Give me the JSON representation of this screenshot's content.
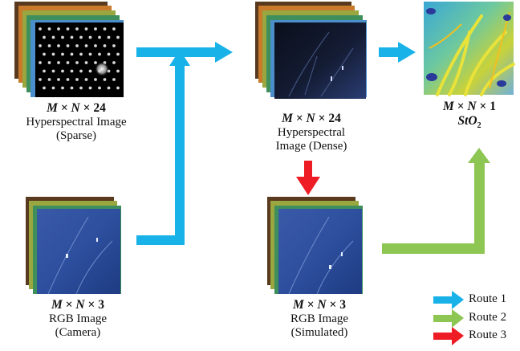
{
  "hsi_sparse": {
    "dims": {
      "m": "M",
      "n": "N",
      "times": "×",
      "bands": "24"
    },
    "line1": "Hyperspectral Image",
    "line2": "(Sparse)"
  },
  "hsi_dense": {
    "dims": {
      "m": "M",
      "n": "N",
      "times": "×",
      "bands": "24"
    },
    "line1": "Hyperspectral",
    "line2": "Image (Dense)"
  },
  "sto2": {
    "dims": {
      "m": "M",
      "n": "N",
      "times": "×",
      "bands": "1"
    },
    "name_base": "StO",
    "name_sub": "2"
  },
  "rgb_camera": {
    "dims": {
      "m": "M",
      "n": "N",
      "times": "×",
      "bands": "3"
    },
    "line1": "RGB Image",
    "line2": "(Camera)"
  },
  "rgb_simulated": {
    "dims": {
      "m": "M",
      "n": "N",
      "times": "×",
      "bands": "3"
    },
    "line1": "RGB Image",
    "line2": "(Simulated)"
  },
  "legend": [
    {
      "label": "Route 1",
      "color": "#19b2e8",
      "icon": "arrow-right-icon"
    },
    {
      "label": "Route 2",
      "color": "#8dc653",
      "icon": "arrow-right-icon"
    },
    {
      "label": "Route 3",
      "color": "#ee1c24",
      "icon": "arrow-right-icon"
    }
  ],
  "colors": {
    "route1": "#19b2e8",
    "route2": "#8dc653",
    "route3": "#ee1c24"
  }
}
